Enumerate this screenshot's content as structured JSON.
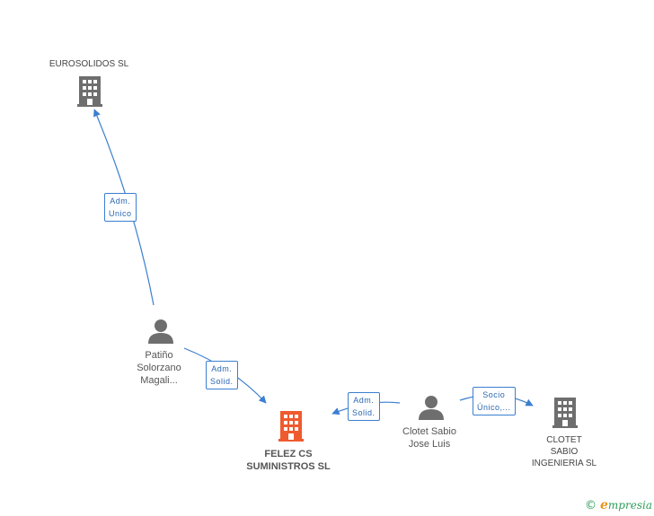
{
  "nodes": {
    "eurosolidos": {
      "label": "EUROSOLIDOS SL"
    },
    "patino": {
      "line1": "Patiño",
      "line2": "Solorzano",
      "line3": "Magali..."
    },
    "felez": {
      "line1": "FELEZ CS",
      "line2": "SUMINISTROS SL"
    },
    "clotet_person": {
      "line1": "Clotet Sabio",
      "line2": "Jose Luis"
    },
    "clotet_company": {
      "line1": "CLOTET",
      "line2": "SABIO",
      "line3": "INGENIERIA SL"
    }
  },
  "edges": {
    "adm_unico": {
      "line1": "Adm.",
      "line2": "Unico"
    },
    "adm_solid_patino": {
      "line1": "Adm.",
      "line2": "Solid."
    },
    "adm_solid_clotet": {
      "line1": "Adm.",
      "line2": "Solid."
    },
    "socio_unico": {
      "line1": "Socio",
      "line2": "Único,..."
    }
  },
  "colors": {
    "edge": "#3b7fd0",
    "company_icon": "#6e6e6e",
    "focus_company_icon": "#ef5a2f",
    "person_icon": "#6e6e6e"
  },
  "footer": {
    "copyright": "©",
    "brand_initial": "e",
    "brand_rest": "mpresia"
  }
}
